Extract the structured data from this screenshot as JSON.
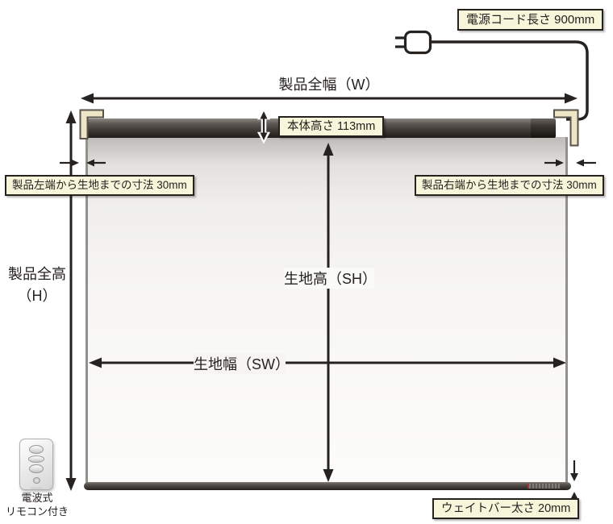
{
  "colors": {
    "ink": "#262220",
    "label_bg": "#f8f6da",
    "label_border": "#262220",
    "bracket_fill": "#ede5c5",
    "bracket_stroke": "#57524a",
    "fabric_edge": "#91908d"
  },
  "labels": {
    "power_cord_length": "電源コード長さ 900mm",
    "product_full_width": "製品全幅（W）",
    "body_height": "本体高さ 113mm",
    "left_edge_to_fabric": "製品左端から生地までの寸法 30mm",
    "right_edge_to_fabric": "製品右端から生地までの寸法 30mm",
    "product_full_height_l1": "製品全高",
    "product_full_height_l2": "（H）",
    "fabric_height": "生地高（SH）",
    "fabric_width": "生地幅（SW）",
    "weight_bar_thickness": "ウェイトバー太さ 20mm",
    "remote_caption_l1": "電波式",
    "remote_caption_l2": "リモコン付き"
  }
}
